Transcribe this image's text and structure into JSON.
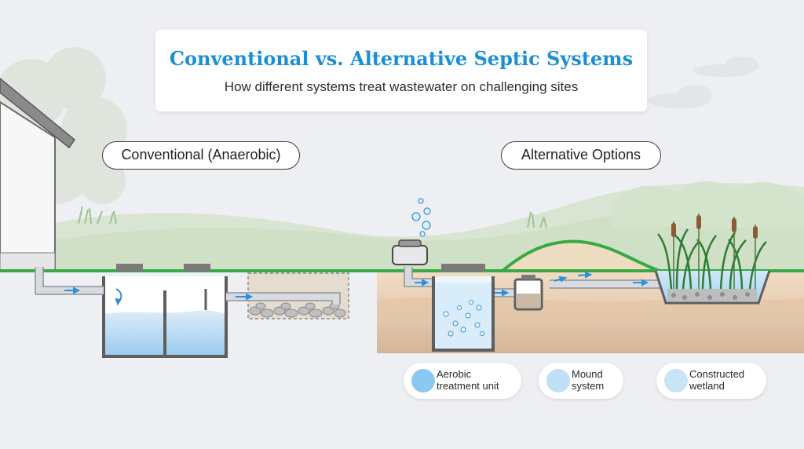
{
  "title": "Conventional vs. Alternative Septic Systems",
  "subtitle": "How different systems treat wastewater on challenging sites",
  "labels": {
    "conventional": "Conventional (Anaerobic)",
    "alternative": "Alternative Options"
  },
  "legend": [
    {
      "label": "Aerobic\ntreatment unit",
      "color": "#8cc9f2"
    },
    {
      "label": "Mound\nsystem",
      "color": "#bfe0f7"
    },
    {
      "label": "Constructed\nwetland",
      "color": "#c6e4f6"
    }
  ],
  "colors": {
    "title": "#1a8fd6",
    "grass": "#3aa845",
    "water": "#a9d3f0",
    "flow_arrow": "#2f8fd8",
    "soil_light": "#f0dcc4",
    "soil_dark": "#d8bca0",
    "mound": "#eddcc0"
  }
}
